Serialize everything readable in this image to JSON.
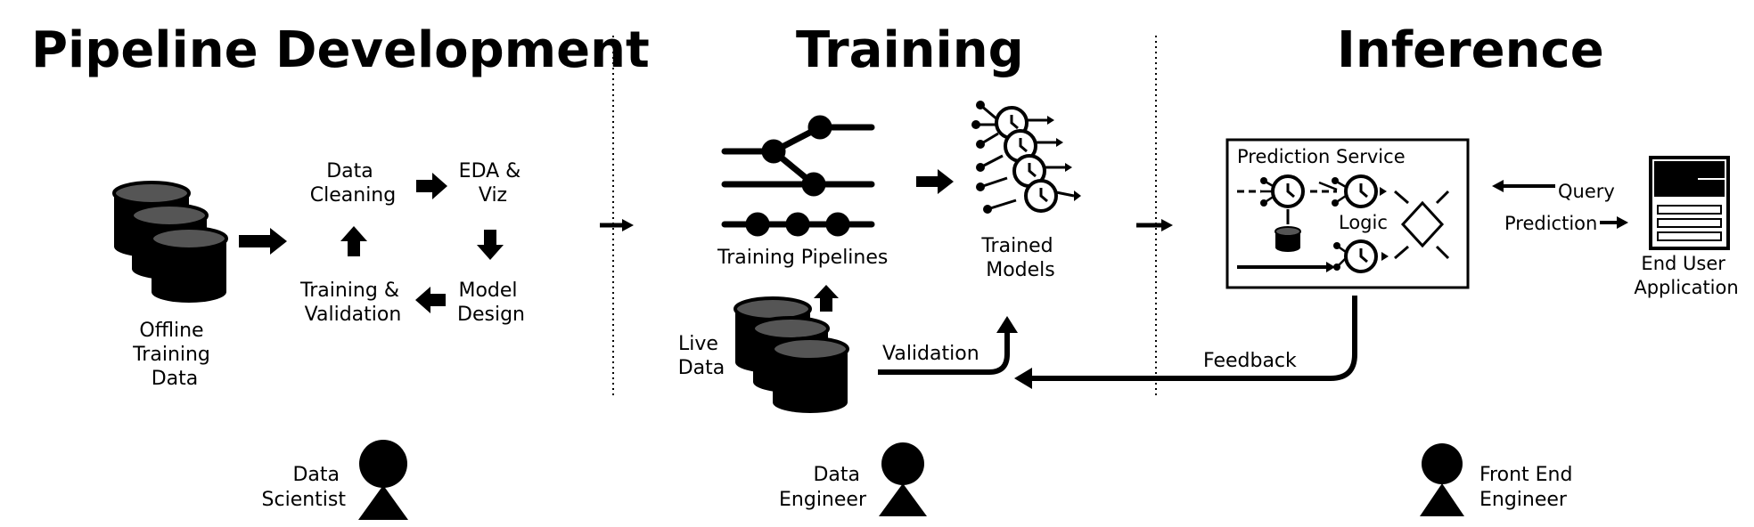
{
  "sections": {
    "pipeline_development": "Pipeline Development",
    "training": "Training",
    "inference": "Inference"
  },
  "pipeline_development": {
    "offline_data": [
      "Offline",
      "Training",
      "Data"
    ],
    "data_cleaning": [
      "Data",
      "Cleaning"
    ],
    "eda_viz": [
      "EDA &",
      "Viz"
    ],
    "model_design": [
      "Model",
      "Design"
    ],
    "training_validation": [
      "Training &",
      "Validation"
    ]
  },
  "training": {
    "training_pipelines": "Training Pipelines",
    "trained_models": [
      "Trained",
      "Models"
    ],
    "live_data": [
      "Live",
      "Data"
    ],
    "validation": "Validation"
  },
  "inference": {
    "prediction_service": "Prediction Service",
    "logic": "Logic",
    "query": "Query",
    "prediction": "Prediction",
    "end_user_application": [
      "End User",
      "Application"
    ],
    "feedback": "Feedback"
  },
  "roles": {
    "data_scientist": [
      "Data",
      "Scientist"
    ],
    "data_engineer": [
      "Data",
      "Engineer"
    ],
    "front_end_engineer": [
      "Front End",
      "Engineer"
    ]
  },
  "colors": {
    "ink": "#000000",
    "background": "#ffffff"
  }
}
